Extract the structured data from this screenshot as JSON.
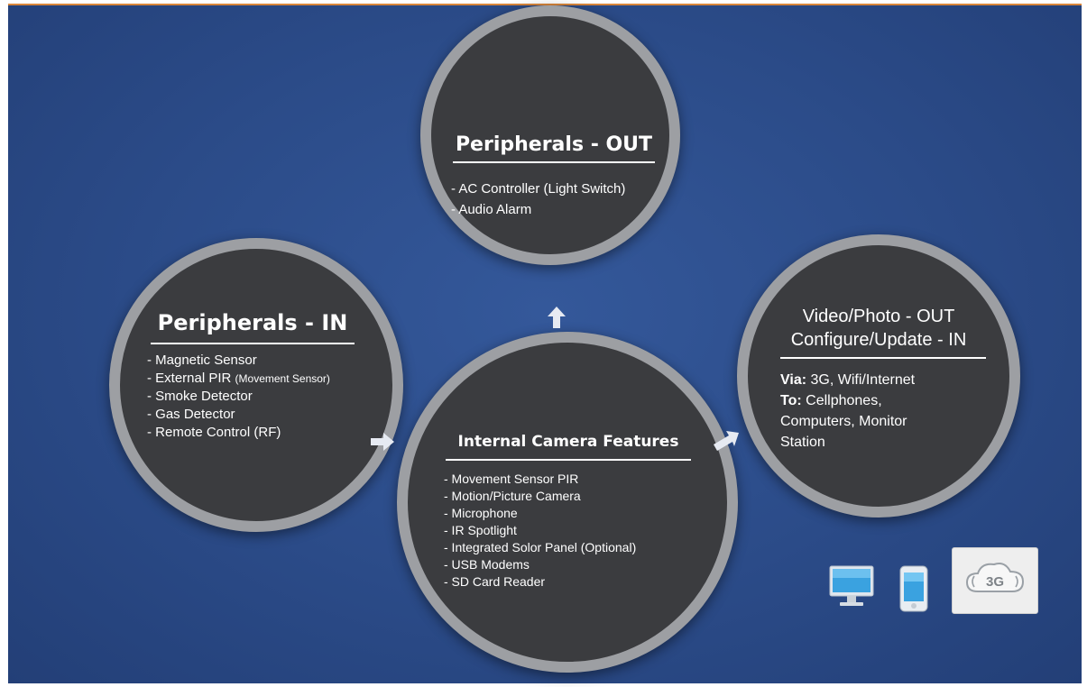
{
  "peripherals_out": {
    "title": "Peripherals - OUT",
    "items": [
      "- AC Controller (Light Switch)",
      "- Audio Alarm"
    ]
  },
  "peripherals_in": {
    "title": "Peripherals - IN",
    "items": [
      "- Magnetic Sensor",
      "- External PIR",
      "(Movement Sensor)",
      "- Smoke Detector",
      "- Gas Detector",
      "- Remote Control (RF)"
    ]
  },
  "internal_camera": {
    "title": "Internal Camera Features",
    "items": [
      "- Movement Sensor PIR",
      "- Motion/Picture Camera",
      "- Microphone",
      "- IR Spotlight",
      "- Integrated Solor Panel (Optional)",
      "- USB Modems",
      "- SD Card Reader"
    ]
  },
  "video_photo": {
    "title_line1": "Video/Photo - OUT",
    "title_line2": "Configure/Update - IN",
    "via_label": "Via:",
    "via_value": " 3G, Wifi/Internet",
    "to_label": "To:",
    "to_value": " Cellphones,",
    "to_line2": "Computers, Monitor",
    "to_line3": "Station"
  },
  "icons": {
    "badge_3g": "3G",
    "monitor": "computer-monitor-icon",
    "phone": "cellphone-icon"
  },
  "colors": {
    "background": "#2b4b88",
    "circle_fill": "#3b3c3f",
    "circle_ring": "#9d9fa3",
    "arrow": "#e6eaf2"
  }
}
